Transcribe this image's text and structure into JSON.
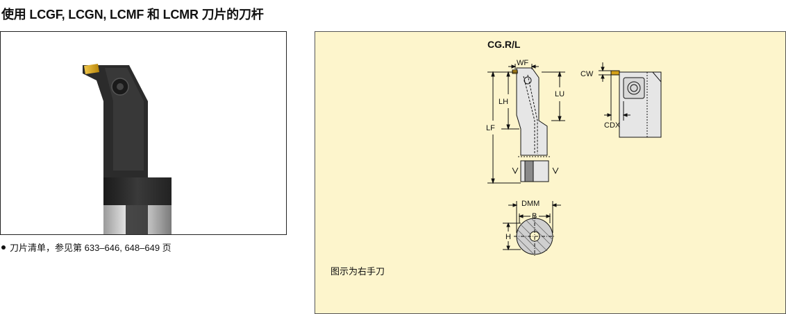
{
  "heading": "使用 LCGF, LCGN, LCMF 和 LCMR 刀片的刀杆",
  "note": {
    "text": "刀片清单，参见第 633–646, 648–649 页"
  },
  "drawing": {
    "model": "CG.R/L",
    "caption": "图示为右手刀",
    "dims": {
      "wf": "WF",
      "lu": "LU",
      "lh": "LH",
      "lf": "LF",
      "cw": "CW",
      "cdx": "CDX",
      "dmm": "DMM",
      "b": "B",
      "h": "H"
    }
  },
  "colors": {
    "drawing_background": "#fdf5cc",
    "insert": "#d4a017",
    "tool_body": "#2b2b2b"
  }
}
